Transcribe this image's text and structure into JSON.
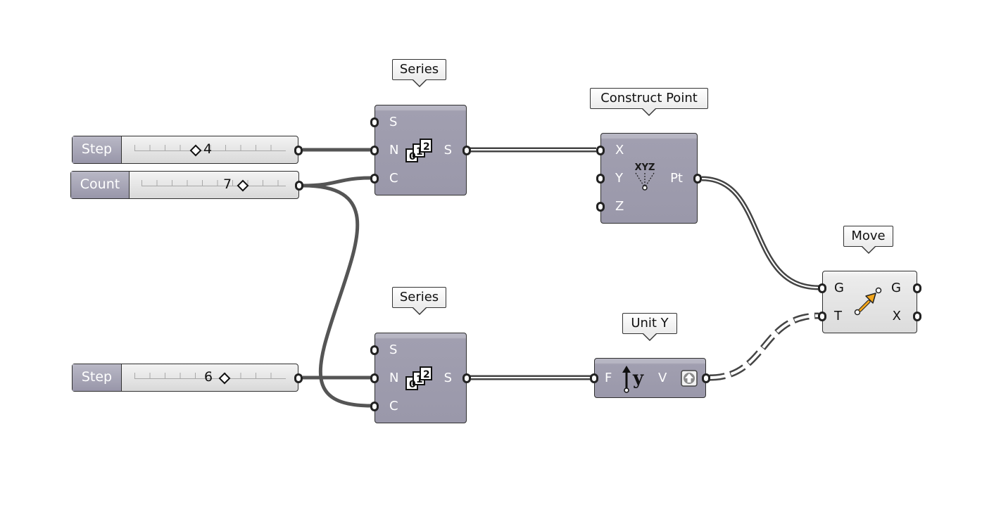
{
  "canvas": {
    "background": "#ffffff",
    "wire_color": "#555555"
  },
  "sliders": [
    {
      "id": "step1",
      "name": "Step",
      "value": "4"
    },
    {
      "id": "count",
      "name": "Count",
      "value": "7"
    },
    {
      "id": "step2",
      "name": "Step",
      "value": "6"
    }
  ],
  "components": {
    "series1": {
      "tag": "Series",
      "inputs": [
        "S",
        "N",
        "C"
      ],
      "outputs": [
        "S"
      ],
      "icon": "series-icon"
    },
    "series2": {
      "tag": "Series",
      "inputs": [
        "S",
        "N",
        "C"
      ],
      "outputs": [
        "S"
      ],
      "icon": "series-icon"
    },
    "construct_point": {
      "tag": "Construct Point",
      "inputs": [
        "X",
        "Y",
        "Z"
      ],
      "outputs": [
        "Pt"
      ],
      "icon": "construct-point-icon",
      "icon_label": "XYZ"
    },
    "unit_y": {
      "tag": "Unit Y",
      "inputs": [
        "F"
      ],
      "outputs": [
        "V"
      ],
      "icon": "unit-y-icon",
      "icon_label": "y"
    },
    "move": {
      "tag": "Move",
      "inputs": [
        "G",
        "T"
      ],
      "outputs": [
        "G",
        "X"
      ],
      "icon": "move-icon"
    }
  },
  "series_icon_digits": [
    "0",
    "1",
    "2"
  ]
}
